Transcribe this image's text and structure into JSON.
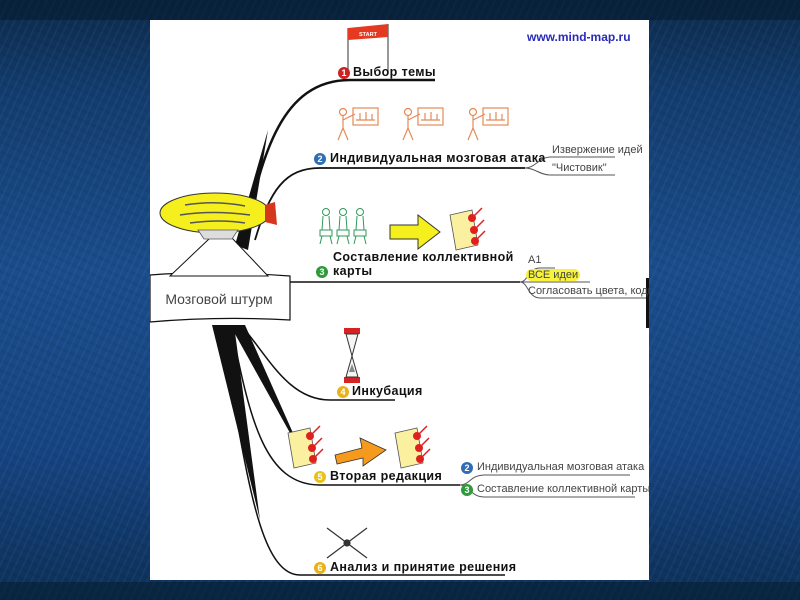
{
  "slide": {
    "background_color": "#1a4d8c",
    "panel_color": "#ffffff"
  },
  "mindmap": {
    "watermark": "www.mind-map.ru",
    "central_topic": "Мозговой штурм",
    "start_flag_text": "START",
    "branches": [
      {
        "number": "1",
        "label": "Выбор темы",
        "badge_color": "#cc2222",
        "icon": "start-flag-icon",
        "subtopics": []
      },
      {
        "number": "2",
        "label": "Индивидуальная мозговая атака",
        "badge_color": "#2f6db5",
        "icon": "presenters-icon",
        "subtopics": [
          "Извержение идей",
          "\"Чистовик\""
        ]
      },
      {
        "number": "3",
        "label_line1": "Составление коллективной",
        "label_line2": "карты",
        "badge_color": "#2e9a3a",
        "icon": "team-to-list-icon",
        "subtopics": [
          "A1",
          "ВСЕ идеи",
          "Согласовать цвета, коды"
        ],
        "highlighted_subtopic": "ВСЕ идеи",
        "highlight_color": "#f7f23a"
      },
      {
        "number": "4",
        "label": "Инкубация",
        "badge_color": "#e8b21c",
        "icon": "hourglass-icon",
        "subtopics": []
      },
      {
        "number": "5",
        "label": "Вторая редакция",
        "badge_color": "#e8c21c",
        "icon": "revision-icon",
        "subtopics": [
          {
            "number": "2",
            "label": "Индивидуальная мозговая атака",
            "badge_color": "#2f6db5"
          },
          {
            "number": "3",
            "label": "Составление коллективной карты",
            "badge_color": "#2e9a3a"
          }
        ]
      },
      {
        "number": "6",
        "label": "Анализ и принятие решения",
        "badge_color": "#e8b21c",
        "icon": "compass-icon",
        "subtopics": []
      }
    ]
  }
}
